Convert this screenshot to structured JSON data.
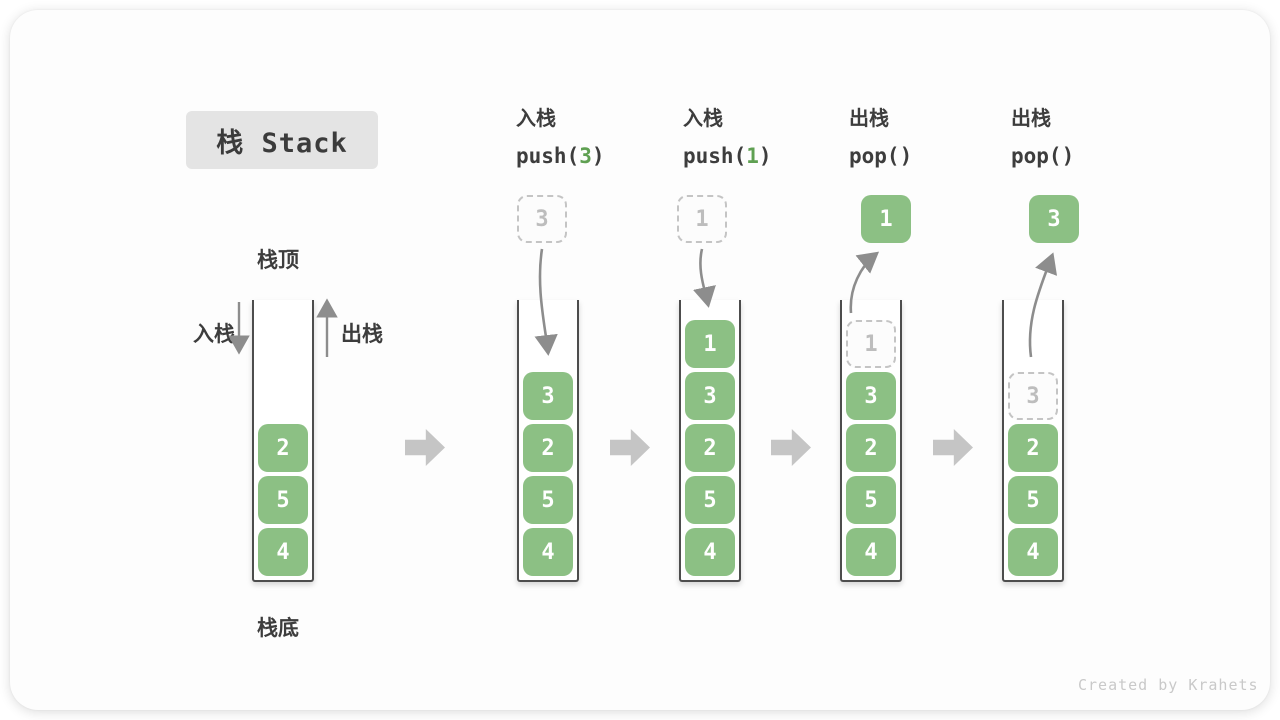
{
  "title": "栈 Stack",
  "watermark": "Created by Krahets",
  "side_labels": {
    "stack_top": "栈顶",
    "stack_bottom": "栈底",
    "push": "入栈",
    "pop": "出栈"
  },
  "operations": [
    {
      "label": "入栈",
      "code_pre": "push(",
      "code_arg": "3",
      "code_suf": ")"
    },
    {
      "label": "入栈",
      "code_pre": "push(",
      "code_arg": "1",
      "code_suf": ")"
    },
    {
      "label": "出栈",
      "code_pre": "pop()",
      "code_arg": "",
      "code_suf": ""
    },
    {
      "label": "出栈",
      "code_pre": "pop()",
      "code_arg": "",
      "code_suf": ""
    }
  ],
  "floating_cells": [
    {
      "value": "3",
      "style": "ghost"
    },
    {
      "value": "1",
      "style": "ghost"
    },
    {
      "value": "1",
      "style": "solid"
    },
    {
      "value": "3",
      "style": "solid"
    }
  ],
  "stacks": [
    {
      "cells": [
        {
          "value": "2",
          "style": "solid"
        },
        {
          "value": "5",
          "style": "solid"
        },
        {
          "value": "4",
          "style": "solid"
        }
      ]
    },
    {
      "cells": [
        {
          "value": "3",
          "style": "solid"
        },
        {
          "value": "2",
          "style": "solid"
        },
        {
          "value": "5",
          "style": "solid"
        },
        {
          "value": "4",
          "style": "solid"
        }
      ]
    },
    {
      "cells": [
        {
          "value": "1",
          "style": "solid"
        },
        {
          "value": "3",
          "style": "solid"
        },
        {
          "value": "2",
          "style": "solid"
        },
        {
          "value": "5",
          "style": "solid"
        },
        {
          "value": "4",
          "style": "solid"
        }
      ]
    },
    {
      "cells": [
        {
          "value": "1",
          "style": "ghost"
        },
        {
          "value": "3",
          "style": "solid"
        },
        {
          "value": "2",
          "style": "solid"
        },
        {
          "value": "5",
          "style": "solid"
        },
        {
          "value": "4",
          "style": "solid"
        }
      ]
    },
    {
      "cells": [
        {
          "value": "3",
          "style": "ghost"
        },
        {
          "value": "2",
          "style": "solid"
        },
        {
          "value": "5",
          "style": "solid"
        },
        {
          "value": "4",
          "style": "solid"
        }
      ]
    }
  ],
  "colors": {
    "cell_green": "#8CC084",
    "code_green": "#5FA052",
    "curve_arrow": "#8D8D8D",
    "block_arrow": "#C5C5C5",
    "title_bg": "#E4E4E4",
    "text_dark": "#3D3D3D",
    "ghost_border": "#C4C4C4",
    "ghost_text": "#BDBDBD",
    "container_wall": "#4D4D4D",
    "watermark_gray": "#C9C9C9"
  }
}
